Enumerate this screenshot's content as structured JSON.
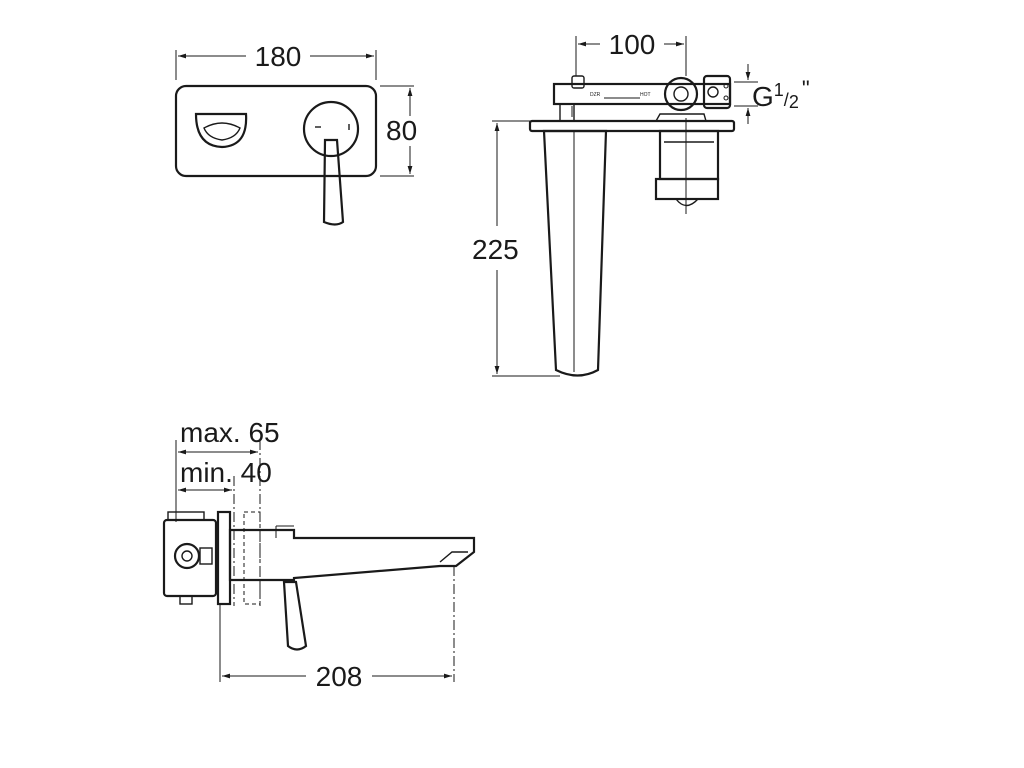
{
  "dimensions": {
    "front_width": "180",
    "front_height": "80",
    "side_depth": "100",
    "thread": "G",
    "thread_sup": "1",
    "thread_sub": "2",
    "thread_quote": "\"",
    "side_height": "225",
    "max_depth": "max. 65",
    "min_depth": "min. 40",
    "spout_length": "208"
  },
  "labels": {
    "cold": "DZR",
    "hot": "HOT"
  }
}
